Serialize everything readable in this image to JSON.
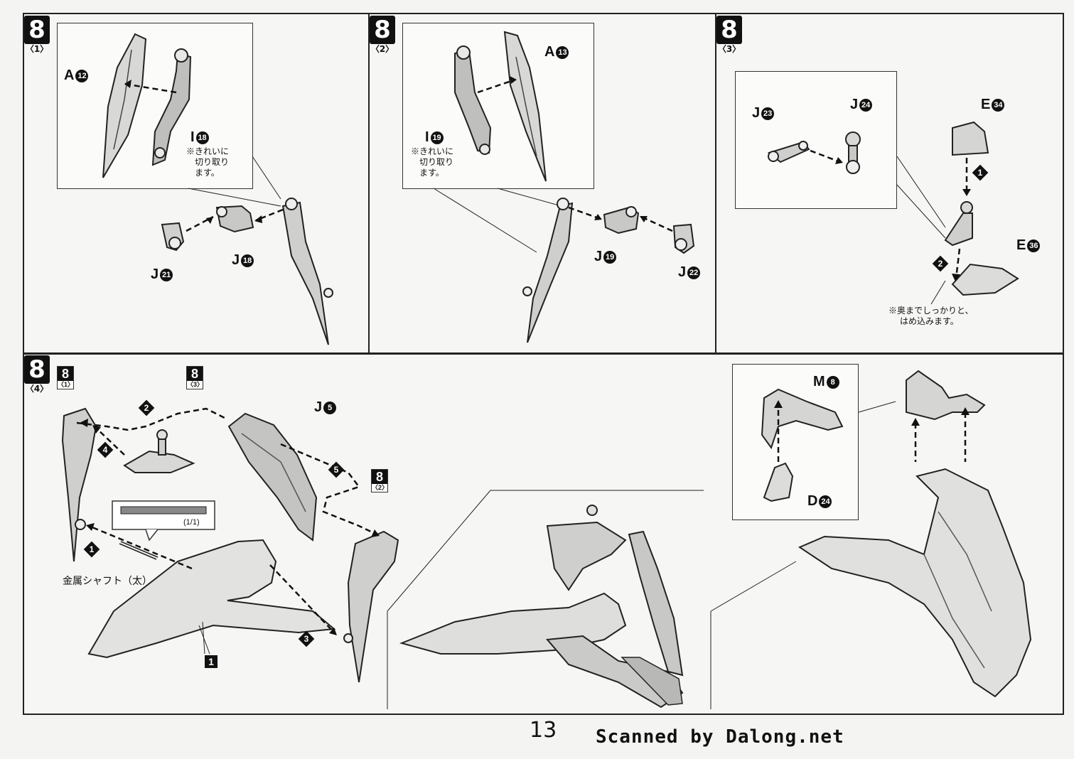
{
  "page": {
    "number": "13",
    "credit": "Scanned by Dalong.net"
  },
  "step_number": "8",
  "panels": [
    {
      "id": "p1",
      "substep": "〈1〉",
      "labels": [
        {
          "letter": "A",
          "num": "12"
        },
        {
          "letter": "I",
          "num": "18"
        },
        {
          "letter": "J",
          "num": "18"
        },
        {
          "letter": "J",
          "num": "21"
        }
      ],
      "note": [
        "※きれいに",
        "切り取り",
        "ます。"
      ]
    },
    {
      "id": "p2",
      "substep": "〈2〉",
      "labels": [
        {
          "letter": "A",
          "num": "13"
        },
        {
          "letter": "I",
          "num": "19"
        },
        {
          "letter": "J",
          "num": "19"
        },
        {
          "letter": "J",
          "num": "22"
        }
      ],
      "note": [
        "※きれいに",
        "切り取り",
        "ます。"
      ]
    },
    {
      "id": "p3",
      "substep": "〈3〉",
      "labels": [
        {
          "letter": "J",
          "num": "23"
        },
        {
          "letter": "J",
          "num": "24"
        },
        {
          "letter": "E",
          "num": "34"
        },
        {
          "letter": "E",
          "num": "36"
        }
      ],
      "order": [
        "1",
        "2"
      ],
      "note": [
        "※奥までしっかりと、",
        "はめ込みます。"
      ]
    },
    {
      "id": "p4",
      "substep": "〈4〉",
      "refs": [
        {
          "num": "8",
          "sub": "〈1〉"
        },
        {
          "num": "8",
          "sub": "〈3〉"
        },
        {
          "num": "8",
          "sub": "〈2〉"
        }
      ],
      "labels": [
        {
          "letter": "J",
          "num": "5"
        },
        {
          "letter": "M",
          "num": "8"
        },
        {
          "letter": "D",
          "num": "24"
        }
      ],
      "order": [
        "1",
        "2",
        "3",
        "4",
        "5"
      ],
      "part_badge": "1",
      "shaft_scale": "(1/1)",
      "shaft_label": "金属シャフト（太）"
    }
  ]
}
